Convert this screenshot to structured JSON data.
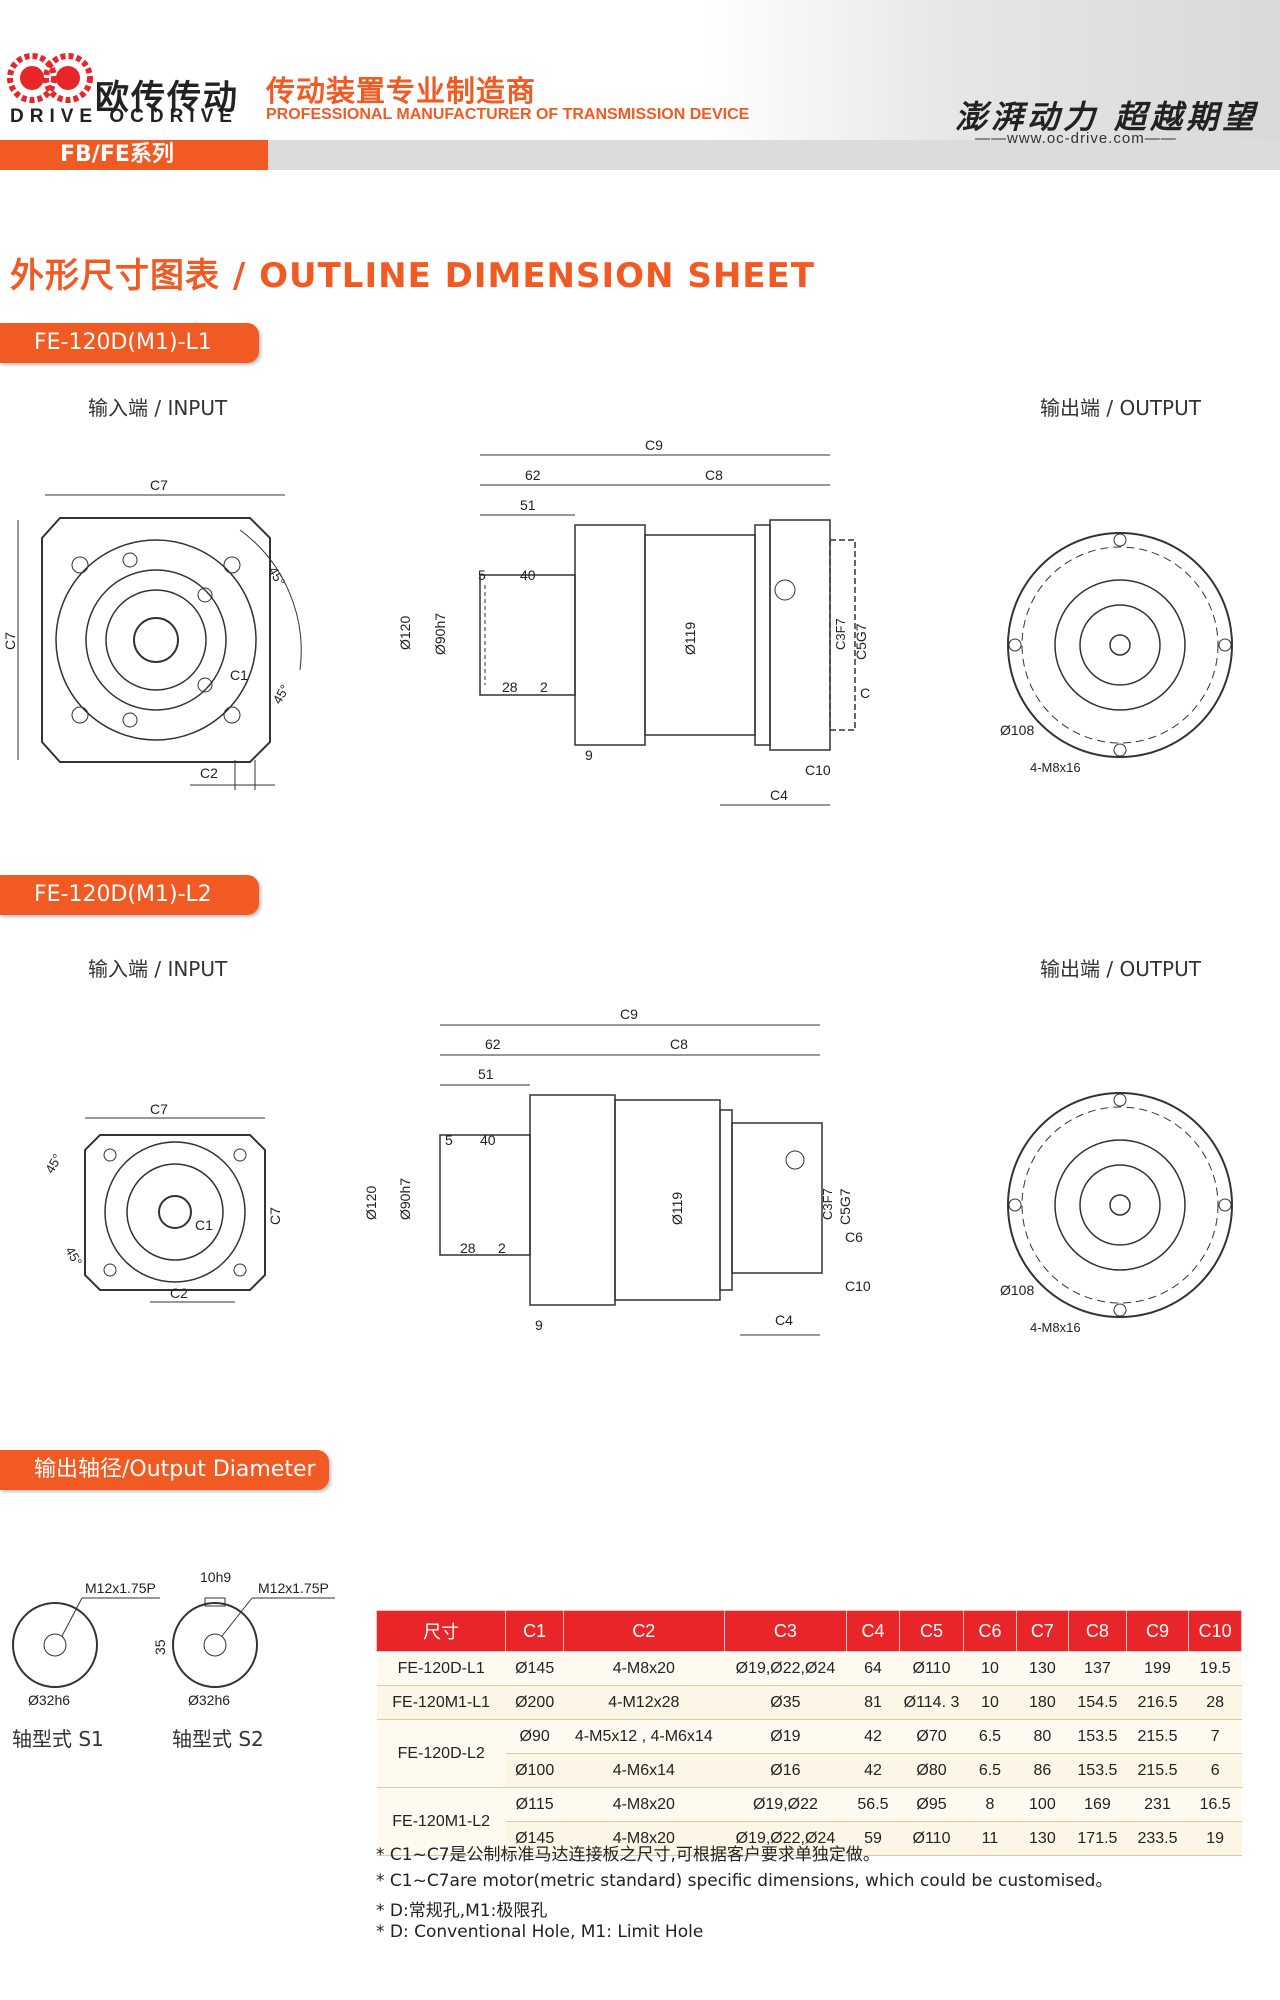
{
  "header": {
    "logo_cn": "欧传传动",
    "logo_en": "DRIVE OCDRIVE",
    "tagline_cn": "传动装置专业制造商",
    "tagline_en": "PROFESSIONAL MANUFACTURER OF TRANSMISSION DEVICE",
    "slogan": "澎湃动力 超越期望",
    "website": "www.oc-drive.com",
    "series": "FB/FE系列",
    "accent_color": "#f15a22"
  },
  "page_title": "外形尺寸图表 / OUTLINE DIMENSION SHEET",
  "sections": {
    "l1": {
      "model": "FE-120D(M1)-L1",
      "input_label": "输入端 / INPUT",
      "output_label": "输出端 / OUTPUT"
    },
    "l2": {
      "model": "FE-120D(M1)-L2",
      "input_label": "输入端 / INPUT",
      "output_label": "输出端 / OUTPUT"
    },
    "shaft": {
      "heading": "输出轴径/Output Diameter",
      "s1_label": "轴型式 S1",
      "s2_label": "轴型式 S2",
      "s1_thread": "M12x1.75P",
      "s1_dia": "Ø32h6",
      "s2_thread": "M12x1.75P",
      "s2_dia": "Ø32h6",
      "s2_key": "10h9",
      "s2_height": "35"
    }
  },
  "dims": {
    "c1": "C1",
    "c2": "C2",
    "c3": "C3",
    "c3f7": "C3F7",
    "c4": "C4",
    "c5g7": "C5G7",
    "c6": "C6",
    "c7": "C7",
    "c8": "C8",
    "c9": "C9",
    "c10": "C10",
    "d62": "62",
    "d51": "51",
    "d40": "40",
    "d5": "5",
    "d28": "28",
    "d2": "2",
    "d9": "9",
    "phi120": "Ø120",
    "phi90": "Ø90h7",
    "phi119": "Ø119",
    "phi108": "Ø108",
    "holes": "4-M8x16",
    "ang45": "45°"
  },
  "table": {
    "headers": [
      "尺寸",
      "C1",
      "C2",
      "C3",
      "C4",
      "C5",
      "C6",
      "C7",
      "C8",
      "C9",
      "C10"
    ],
    "rows": [
      [
        "FE-120D-L1",
        "Ø145",
        "4-M8x20",
        "Ø19,Ø22,Ø24",
        "64",
        "Ø110",
        "10",
        "130",
        "137",
        "199",
        "19.5"
      ],
      [
        "FE-120M1-L1",
        "Ø200",
        "4-M12x28",
        "Ø35",
        "81",
        "Ø114. 3",
        "10",
        "180",
        "154.5",
        "216.5",
        "28"
      ],
      [
        "FE-120D-L2",
        "Ø90",
        "4-M5x12 , 4-M6x14",
        "Ø19",
        "42",
        "Ø70",
        "6.5",
        "80",
        "153.5",
        "215.5",
        "7"
      ],
      [
        "",
        "Ø100",
        "4-M6x14",
        "Ø16",
        "42",
        "Ø80",
        "6.5",
        "86",
        "153.5",
        "215.5",
        "6"
      ],
      [
        "FE-120M1-L2",
        "Ø115",
        "4-M8x20",
        "Ø19,Ø22",
        "56.5",
        "Ø95",
        "8",
        "100",
        "169",
        "231",
        "16.5"
      ],
      [
        "",
        "Ø145",
        "4-M8x20",
        "Ø19,Ø22,Ø24",
        "59",
        "Ø110",
        "11",
        "130",
        "171.5",
        "233.5",
        "19"
      ]
    ]
  },
  "notes": [
    "* C1~C7是公制标准马达连接板之尺寸,可根据客户要求单独定做。",
    "* C1~C7are motor(metric standard)  specific dimensions, which could be customised。",
    "* D:常规孔,M1:极限孔",
    "* D: Conventional Hole, M1: Limit Hole"
  ]
}
